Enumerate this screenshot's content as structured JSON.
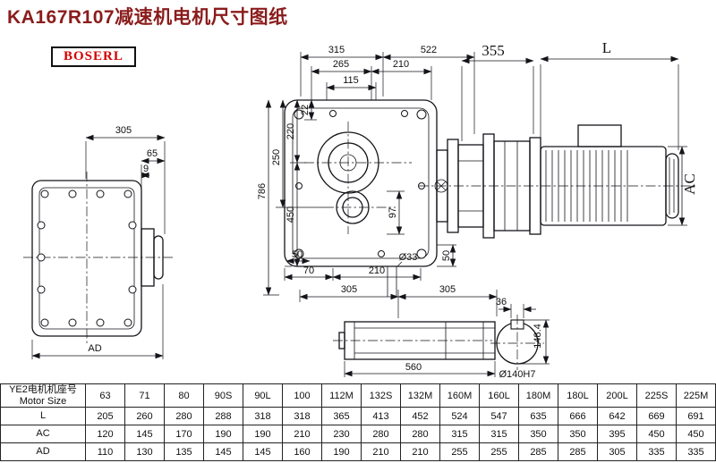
{
  "page": {
    "title": "KA167R107减速机电机尺寸图纸",
    "brand": "BOSERL"
  },
  "dims": {
    "side": {
      "w": "305",
      "flange": "65",
      "step": "9",
      "ad": "AD"
    },
    "front": {
      "top1": "315",
      "top2": "522",
      "top3": "265",
      "top4": "210",
      "top5": "115",
      "left1": "22",
      "left2": "220",
      "left3": "250",
      "left4": "450",
      "left5": "786",
      "inner": "97",
      "bottom1": "50",
      "bottom2": "70",
      "bottom3": "210",
      "bore": "Ø33",
      "bottom4": "50"
    },
    "motor": {
      "flange": "355",
      "length": "L",
      "diameter": "AC"
    },
    "shaft": {
      "seg1": "305",
      "seg2": "305",
      "total": "560"
    },
    "bore": {
      "key_width": "36",
      "key_height": "148.4",
      "diameter": "Ø140H7"
    }
  },
  "table": {
    "header_line1": "YE2电机机座号",
    "header_line2": "Motor Size",
    "sizes": [
      "63",
      "71",
      "80",
      "90S",
      "90L",
      "100",
      "112M",
      "132S",
      "132M",
      "160M",
      "160L",
      "180M",
      "180L",
      "200L",
      "225S",
      "225M"
    ],
    "rows": [
      {
        "label": "L",
        "values": [
          "205",
          "260",
          "280",
          "288",
          "318",
          "318",
          "365",
          "413",
          "452",
          "524",
          "547",
          "635",
          "666",
          "642",
          "669",
          "691"
        ]
      },
      {
        "label": "AC",
        "values": [
          "120",
          "145",
          "170",
          "190",
          "190",
          "210",
          "230",
          "280",
          "280",
          "315",
          "315",
          "350",
          "350",
          "395",
          "450",
          "450"
        ]
      },
      {
        "label": "AD",
        "values": [
          "110",
          "130",
          "135",
          "145",
          "145",
          "160",
          "190",
          "210",
          "210",
          "255",
          "255",
          "285",
          "285",
          "305",
          "335",
          "335"
        ]
      }
    ]
  }
}
